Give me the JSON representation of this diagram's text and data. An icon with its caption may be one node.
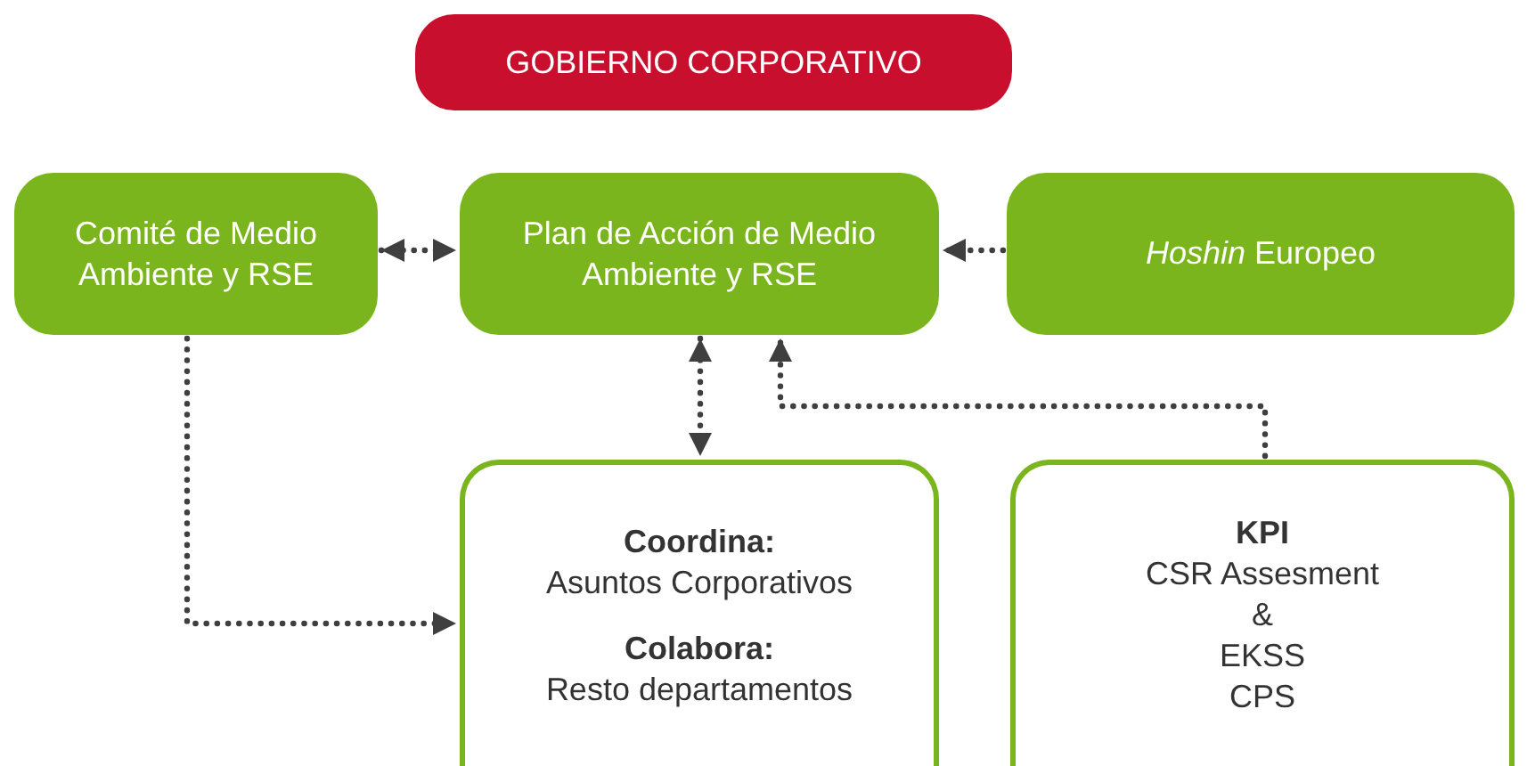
{
  "diagram": {
    "nodes": [
      {
        "text": [
          "GOBIERNO CORPORATIVO"
        ]
      },
      {
        "text": [
          "Comité de Medio Ambiente y RSE"
        ]
      },
      {
        "text": [
          "Plan de Acción de Medio Ambiente y RSE"
        ]
      },
      {
        "text": [
          "*Hoshin* Europeo"
        ]
      },
      {
        "text": [
          "Coordina:",
          "Asuntos Corporativos",
          "Colabora:",
          "Resto departamentos"
        ]
      },
      {
        "text": [
          "KPI",
          "CSR Assesment",
          "&",
          "EKSS",
          "CPS"
        ]
      }
    ],
    "edges": [
      {
        "from": 1,
        "to": 2,
        "arrow": "both",
        "style": "dashed"
      },
      {
        "from": 3,
        "to": 2,
        "arrow": "to",
        "style": "dashed"
      },
      {
        "from": 2,
        "to": 4,
        "arrow": "both",
        "style": "dashed"
      },
      {
        "from": 1,
        "to": 4,
        "arrow": "to",
        "style": "dashed"
      },
      {
        "from": 5,
        "to": 2,
        "arrow": "to",
        "style": "dashed"
      }
    ]
  }
}
